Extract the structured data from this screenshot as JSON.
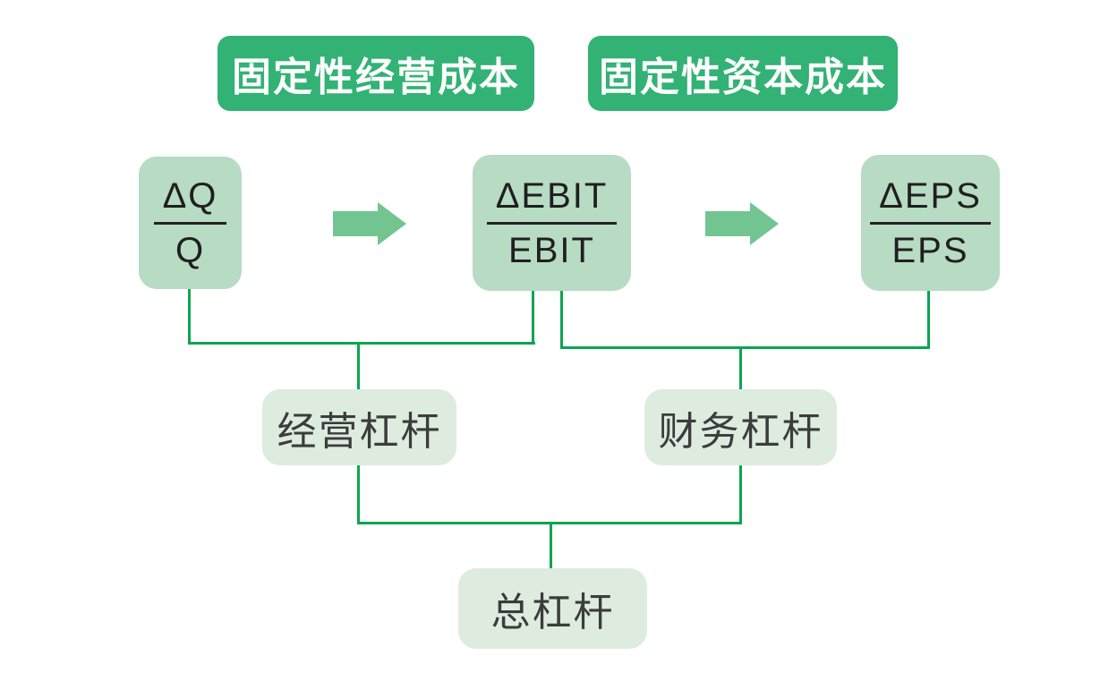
{
  "diagram": {
    "headers": [
      {
        "label": "固定性经营成本"
      },
      {
        "label": "固定性资本成本"
      }
    ],
    "fractions": [
      {
        "numerator": "ΔQ",
        "denominator": "Q"
      },
      {
        "numerator": "ΔEBIT",
        "denominator": "EBIT"
      },
      {
        "numerator": "ΔEPS",
        "denominator": "EPS"
      }
    ],
    "arrows": [
      {
        "icon": "arrow-right-icon"
      },
      {
        "icon": "arrow-right-icon"
      }
    ],
    "levers": [
      {
        "label": "经营杠杆"
      },
      {
        "label": "财务杠杆"
      }
    ],
    "total_lever": {
      "label": "总杠杆"
    },
    "colors": {
      "header_bg": "#32b274",
      "fraction_bg": "#b7dbc3",
      "label_bg": "#ddecdf",
      "arrow": "#72c591",
      "connector": "#0ba551",
      "header_text": "#ffffff",
      "body_text": "#2e2e2e"
    }
  }
}
